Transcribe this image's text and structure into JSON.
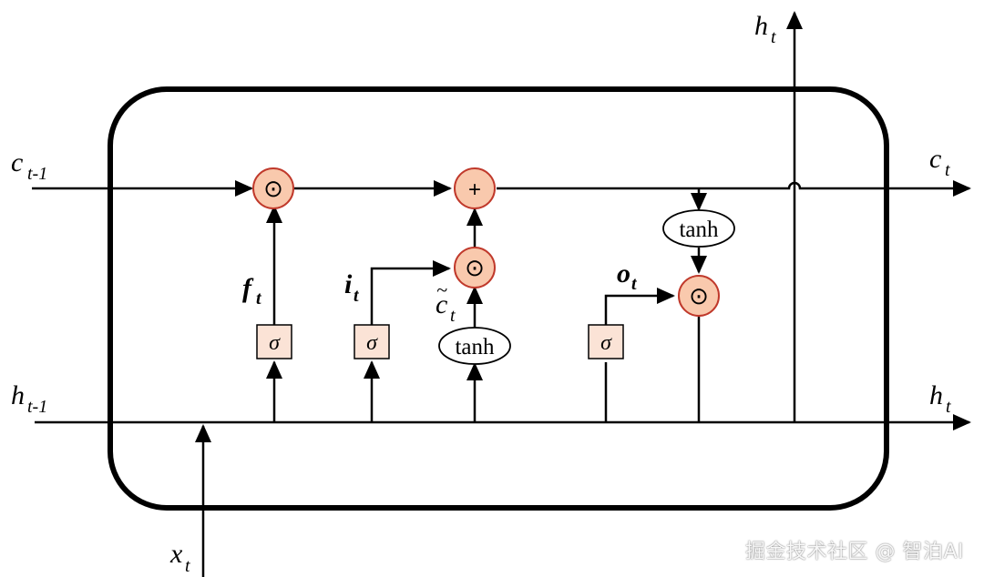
{
  "labels": {
    "c_prev": {
      "base": "c",
      "sub": "t-1"
    },
    "c_next": {
      "base": "c",
      "sub": "t"
    },
    "h_prev": {
      "base": "h",
      "sub": "t-1"
    },
    "h_next": {
      "base": "h",
      "sub": "t"
    },
    "h_top": {
      "base": "h",
      "sub": "t"
    },
    "x_in": {
      "base": "x",
      "sub": "t"
    },
    "f_gate": {
      "base": "f",
      "sub": "t"
    },
    "i_gate": {
      "base": "i",
      "sub": "t"
    },
    "o_gate": {
      "base": "o",
      "sub": "t"
    },
    "c_tilde": {
      "base": "c",
      "sub": "t",
      "accent": "~"
    }
  },
  "ops": {
    "mult": "⊙",
    "add": "+",
    "sigma": "σ",
    "tanh": "tanh"
  },
  "colors": {
    "op_fill": "#f9c9ad",
    "sigma_fill": "#fbe3d6",
    "line": "#000000"
  },
  "watermark": "掘金技术社区 @ 智泊AI"
}
